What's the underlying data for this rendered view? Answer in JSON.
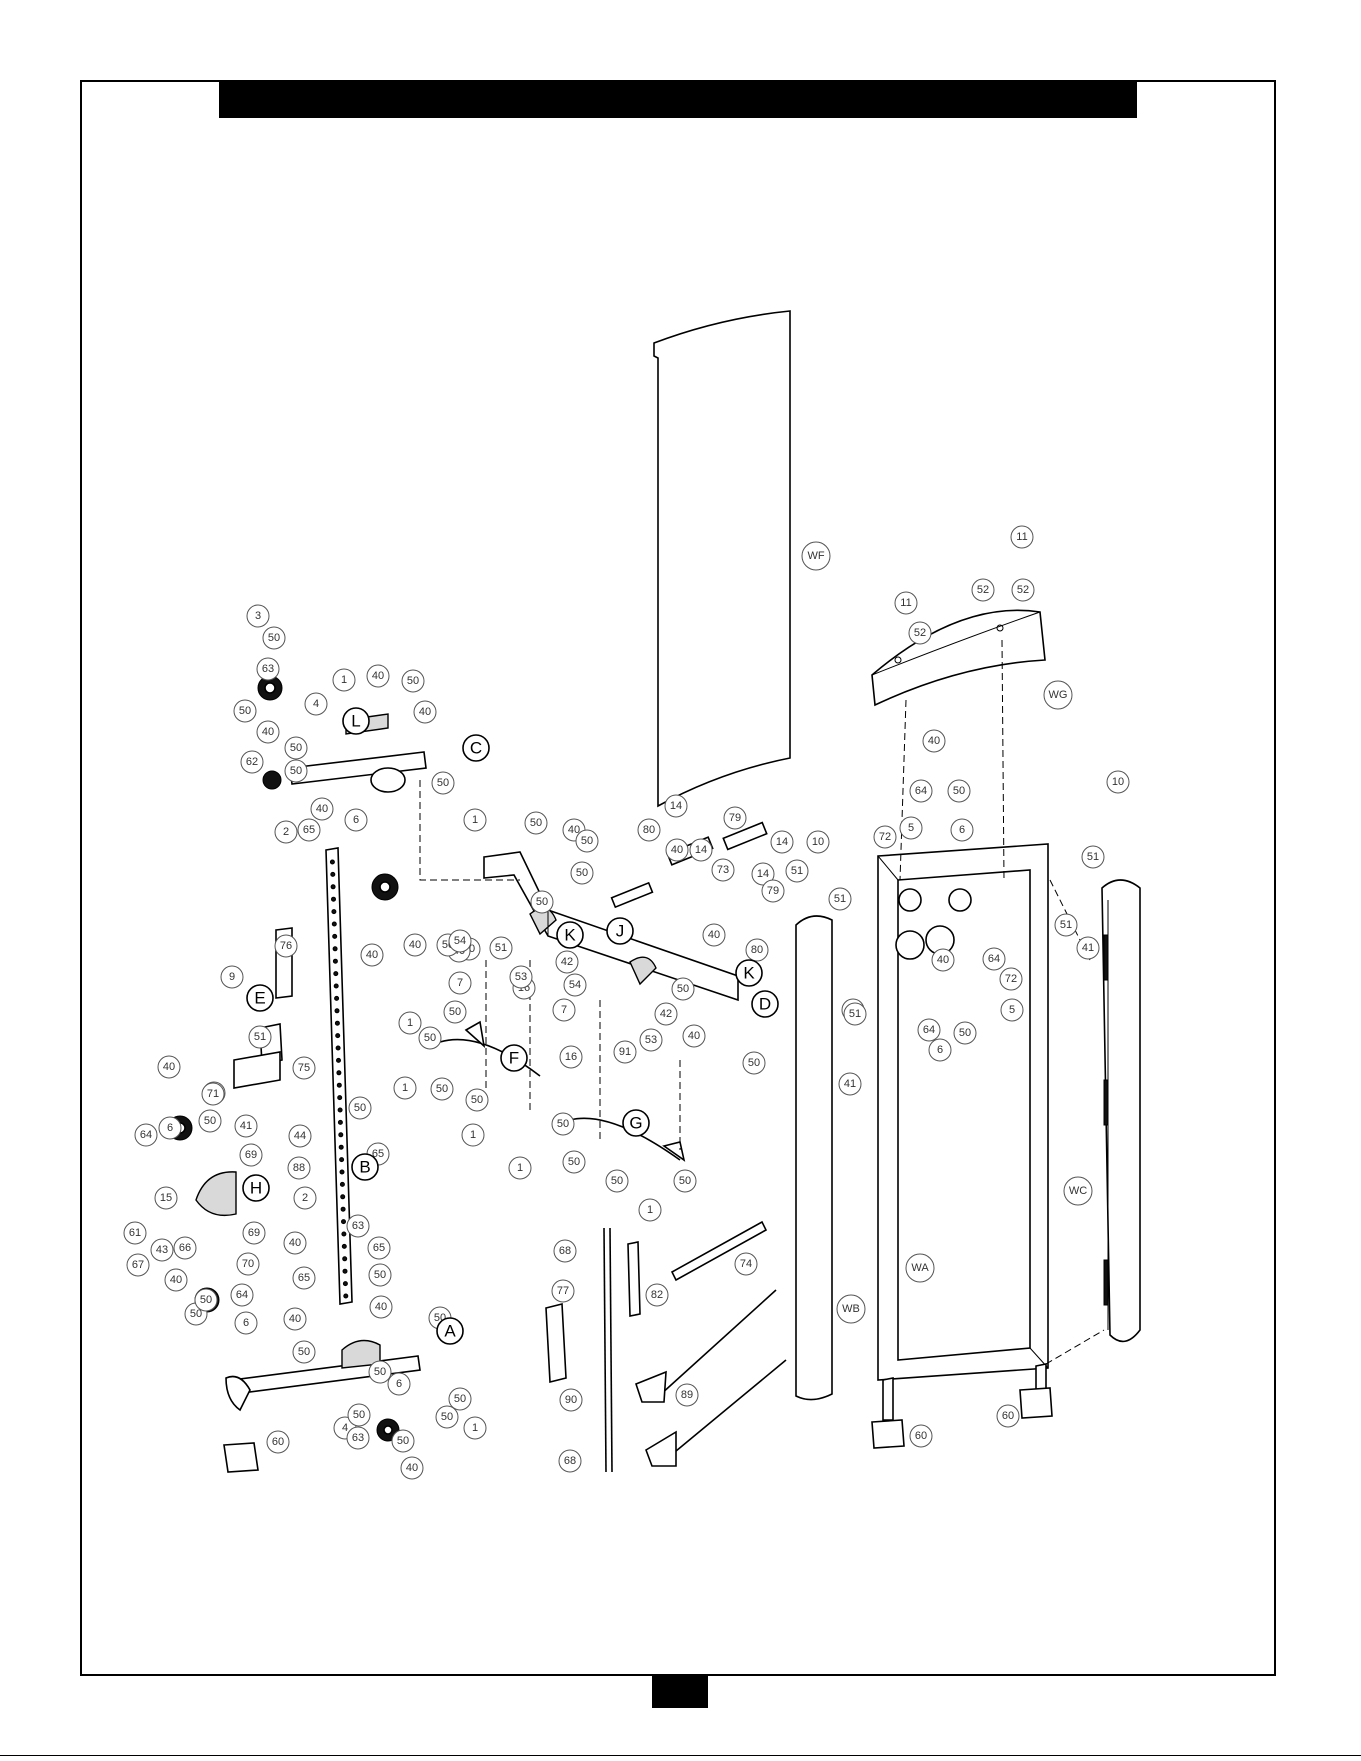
{
  "title_bar": {
    "text": ""
  },
  "page_number": "",
  "diagram": {
    "kind": "exploded parts view",
    "component_labels": [
      "A",
      "B",
      "C",
      "D",
      "E",
      "F",
      "G",
      "H",
      "J",
      "K",
      "K",
      "L"
    ],
    "frame_labels": [
      "WA",
      "WB",
      "WC",
      "WF",
      "WG"
    ],
    "part_numbers": [
      "1",
      "2",
      "3",
      "4",
      "5",
      "6",
      "7",
      "9",
      "10",
      "11",
      "14",
      "15",
      "16",
      "40",
      "41",
      "42",
      "43",
      "44",
      "50",
      "51",
      "52",
      "53",
      "54",
      "60",
      "61",
      "62",
      "63",
      "64",
      "65",
      "66",
      "67",
      "68",
      "69",
      "70",
      "71",
      "72",
      "73",
      "74",
      "75",
      "76",
      "77",
      "79",
      "80",
      "82",
      "88",
      "89",
      "90",
      "91"
    ]
  }
}
